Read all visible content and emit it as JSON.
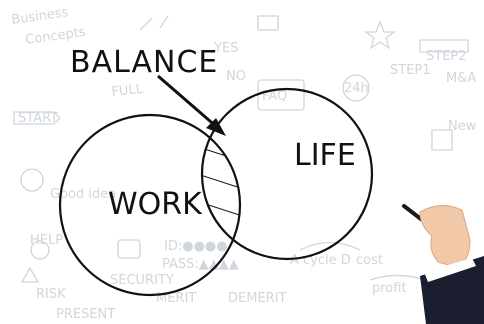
{
  "background": {
    "color": "#ffffff",
    "doodle_color": "#cfd6dd",
    "doodles": [
      {
        "text": "Business"
      },
      {
        "text": "Concepts"
      },
      {
        "text": "YES"
      },
      {
        "text": "NO"
      },
      {
        "text": "FAQ"
      },
      {
        "text": "24h"
      },
      {
        "text": "STEP2"
      },
      {
        "text": "STEP1"
      },
      {
        "text": "M&A"
      },
      {
        "text": "New"
      },
      {
        "text": "START"
      },
      {
        "text": "Good idea"
      },
      {
        "text": "ID:●●●●"
      },
      {
        "text": "PASS:▲▲▲▲"
      },
      {
        "text": "SECURITY"
      },
      {
        "text": "RISK"
      },
      {
        "text": "MERIT"
      },
      {
        "text": "DEMERIT"
      },
      {
        "text": "A cycle D"
      },
      {
        "text": "cost"
      },
      {
        "text": "profit"
      },
      {
        "text": "PRESENT"
      },
      {
        "text": "HELP"
      },
      {
        "text": "FULL"
      }
    ]
  },
  "diagram": {
    "title_label": "BALANCE",
    "left_circle_label": "WORK",
    "right_circle_label": "LIFE",
    "line_color": "#111111",
    "overlap_pattern": "diagonal-hatch"
  },
  "hand": {
    "description_icon": "hand-holding-pen-icon",
    "skin_color": "#f2c9a8",
    "sleeve_color": "#1b1e2e"
  }
}
